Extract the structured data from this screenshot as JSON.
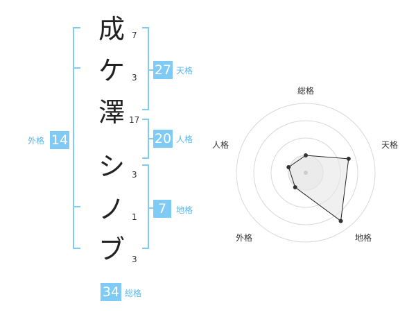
{
  "name_chars": [
    {
      "char": "成",
      "strokes": "7"
    },
    {
      "char": "ケ",
      "strokes": "3"
    },
    {
      "char": "澤",
      "strokes": "17"
    },
    {
      "char": "シ",
      "strokes": "3"
    },
    {
      "char": "ノ",
      "strokes": "1"
    },
    {
      "char": "ブ",
      "strokes": "3"
    }
  ],
  "fortunes": {
    "tenkaku": {
      "label": "天格",
      "value": "27"
    },
    "jinkaku": {
      "label": "人格",
      "value": "20"
    },
    "chikaku": {
      "label": "地格",
      "value": "7"
    },
    "gaikaku": {
      "label": "外格",
      "value": "14"
    },
    "soukaku": {
      "label": "総格",
      "value": "34"
    }
  },
  "colors": {
    "accent": "#7fcbf5",
    "accent_text": "#5ab7ea",
    "radar_fill": "#f2f2f2",
    "radar_line": "#222222"
  },
  "chart_data": {
    "type": "radar",
    "axes": [
      "総格",
      "天格",
      "地格",
      "外格",
      "人格"
    ],
    "values": [
      0.25,
      0.65,
      0.86,
      0.26,
      0.26
    ],
    "range": [
      0,
      1
    ],
    "rings": 4
  }
}
